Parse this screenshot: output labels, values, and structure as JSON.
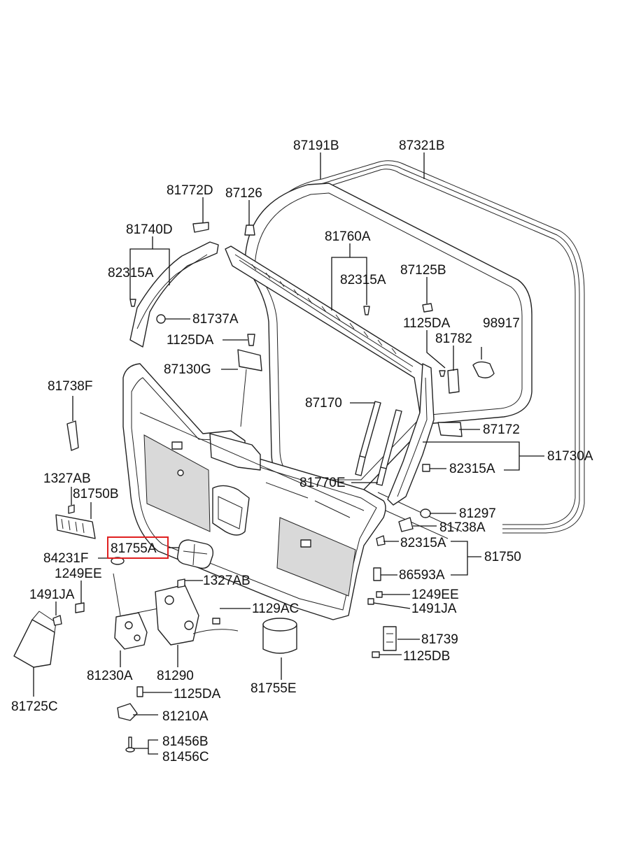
{
  "highlight_color": "#e02020",
  "highlighted_part": "81755A",
  "labels": {
    "p87191B": "87191B",
    "p87321B": "87321B",
    "p81772D": "81772D",
    "p87126": "87126",
    "p81740D": "81740D",
    "p82315A_tl": "82315A",
    "p81760A": "81760A",
    "p82315A_mid": "82315A",
    "p87125B": "87125B",
    "p81737A": "81737A",
    "p1125DA_a": "1125DA",
    "p1125DA_b": "1125DA",
    "p98917": "98917",
    "p81782": "81782",
    "p87130G": "87130G",
    "p81738F": "81738F",
    "p87170": "87170",
    "p87172": "87172",
    "p81730A": "81730A",
    "p82315A_r": "82315A",
    "p1327AB_a": "1327AB",
    "p81750B": "81750B",
    "p81770E": "81770E",
    "p81297": "81297",
    "p81738A": "81738A",
    "p81755A": "81755A",
    "p82315A_r2": "82315A",
    "p84231F": "84231F",
    "p81750": "81750",
    "p1249EE_a": "1249EE",
    "p1327AB_b": "1327AB",
    "p86593A": "86593A",
    "p1491JA_a": "1491JA",
    "p1249EE_b": "1249EE",
    "p1129AC": "1129AC",
    "p1491JA_b": "1491JA",
    "p81739": "81739",
    "p1125DB": "1125DB",
    "p81230A": "81230A",
    "p81290": "81290",
    "p81755E": "81755E",
    "p1125DA_c": "1125DA",
    "p81725C": "81725C",
    "p81210A": "81210A",
    "p81456B": "81456B",
    "p81456C": "81456C"
  }
}
